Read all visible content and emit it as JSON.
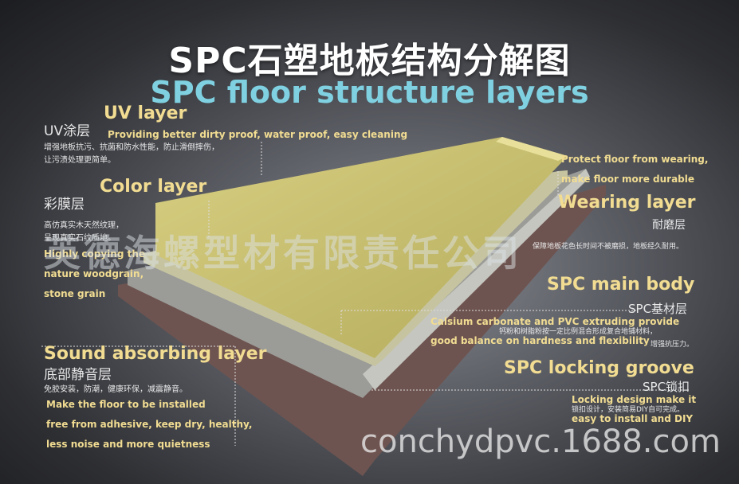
{
  "title": {
    "cn": "SPC石塑地板结构分解图",
    "en": "SPC floor structure layers"
  },
  "uv": {
    "cn": "UV涂层",
    "en": "UV layer",
    "desc": "Providing better dirty proof, water proof, easy cleaning",
    "cn_desc_1": "增强地板抗污、抗菌和防水性能，防止滑倒摔伤，",
    "cn_desc_2": "让污渍处理更简单。"
  },
  "color": {
    "cn": "彩膜层",
    "en": "Color layer",
    "cn_desc_1": "高仿真实木天然纹理，",
    "cn_desc_2": "呈现真实石纹质地。",
    "desc_1": "Highly copying the",
    "desc_2": "nature woodgrain,",
    "desc_3": "stone grain"
  },
  "wearing": {
    "desc_1": "Protect floor from wearing,",
    "desc_2": "make floor more durable",
    "en": "Wearing layer",
    "cn": "耐磨层",
    "cn_desc": "保障地板花色长时间不被磨损，地板经久耐用。"
  },
  "main": {
    "en": "SPC main body",
    "cn": "SPC基材层",
    "desc_1": "Calsium carbonate and PVC extruding provide",
    "cn_desc_1": "钙粉和树脂粉按一定比例混合形成复合地铺材料，",
    "desc_2": "good balance on hardness and flexibility",
    "cn_desc_2": "增强抗压力。"
  },
  "locking": {
    "en": "SPC locking groove",
    "cn": "SPC锁扣",
    "desc_1": "Locking design make it",
    "cn_desc": "锁扣设计，安装简易DIY自可完成。",
    "desc_2": "easy to install and DIY"
  },
  "sound": {
    "en": "Sound absorbing layer",
    "cn": "底部静音层",
    "cn_desc": "免胶安装，防潮，健康环保，减震静音。",
    "desc_1": "Make the floor to be installed",
    "desc_2": "free from adhesive, keep dry, healthy,",
    "desc_3": "less noise and more quietness"
  },
  "watermark": "英德海螺型材有限责任公司",
  "site": "conchydpvc.1688.com"
}
